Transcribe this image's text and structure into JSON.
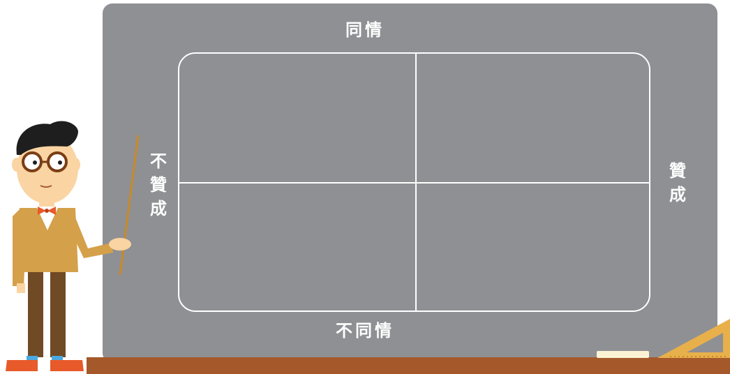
{
  "diagram": {
    "top_label": "同情",
    "bottom_label": "不同情",
    "left_label": "不贊成",
    "right_label": "贊成"
  },
  "colors": {
    "board": "#8f9094",
    "lines": "#ffffff",
    "ledge": "#a5592b",
    "jacket": "#d4a04a",
    "pants": "#704a24",
    "skin": "#fad4a2"
  },
  "icons": {
    "teacher": "teacher-pointing-icon",
    "pointer": "pointer-stick-icon",
    "eraser": "chalk-eraser-icon",
    "triangle": "set-square-ruler-icon"
  }
}
